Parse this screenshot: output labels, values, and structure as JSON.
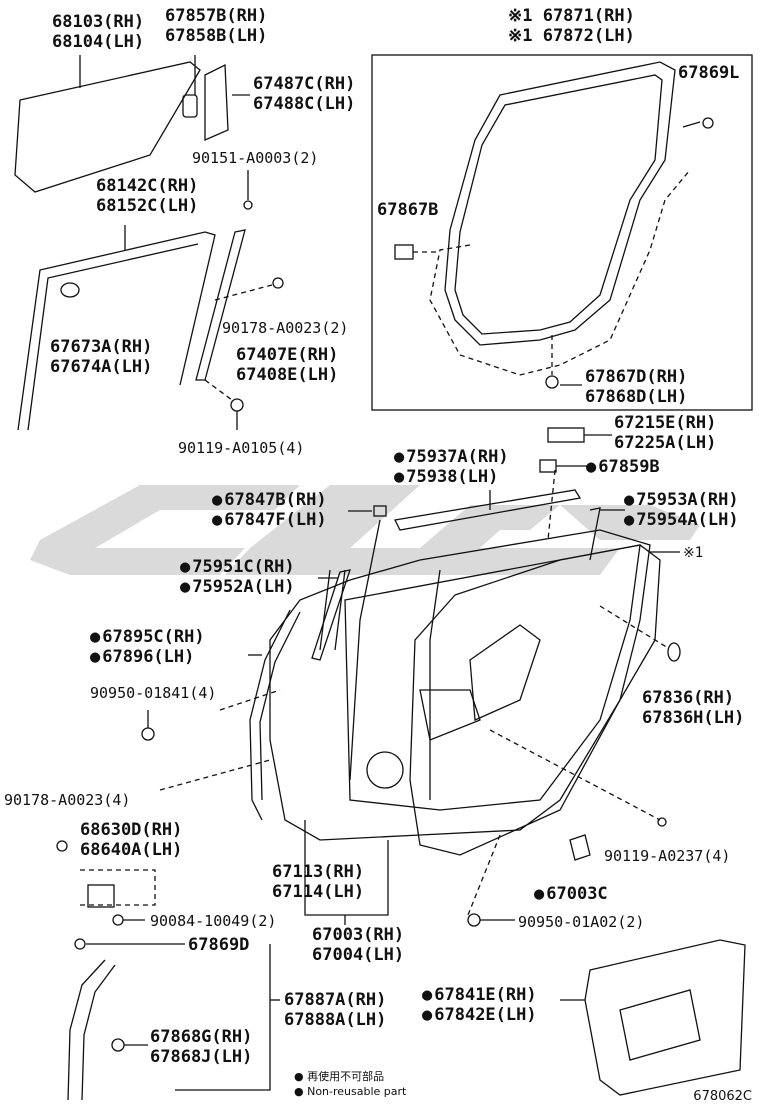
{
  "labels": {
    "p68103": "68103(RH)",
    "p68104": "68104(LH)",
    "p67857B": "67857B(RH)",
    "p67858B": "67858B(LH)",
    "p67487C": "67487C(RH)",
    "p67488C": "67488C(LH)",
    "p90151": "90151-A0003(2)",
    "p68142C": "68142C(RH)",
    "p68152C": "68152C(LH)",
    "p67673A": "67673A(RH)",
    "p67674A": "67674A(LH)",
    "p90178a": "90178-A0023(2)",
    "p67407E": "67407E(RH)",
    "p67408E": "67408E(LH)",
    "p90119a": "90119-A0105(4)",
    "p67871": "※1 67871(RH)",
    "p67872": "※1 67872(LH)",
    "p67869L": "67869L",
    "p67867B": "67867B",
    "p67867D": "67867D(RH)",
    "p67868D": "67868D(LH)",
    "p67215E": "67215E(RH)",
    "p67225A": "67225A(LH)",
    "p67859B": "67859B",
    "p75937A": "75937A(RH)",
    "p75938": "75938(LH)",
    "p67847B": "67847B(RH)",
    "p67847F": "67847F(LH)",
    "p75953A": "75953A(RH)",
    "p75954A": "75954A(LH)",
    "pRef1": "※1",
    "p75951C": "75951C(RH)",
    "p75952A": "75952A(LH)",
    "p67895C": "67895C(RH)",
    "p67896": "67896(LH)",
    "p90950a": "90950-01841(4)",
    "p67836": "67836(RH)",
    "p67836H": "67836H(LH)",
    "p90178b": "90178-A0023(4)",
    "p68630D": "68630D(RH)",
    "p68640A": "68640A(LH)",
    "p67113": "67113(RH)",
    "p67114": "67114(LH)",
    "p90119b": "90119-A0237(4)",
    "p67003C": "67003C",
    "p90084": "90084-10049(2)",
    "p90950b": "90950-01A02(2)",
    "p67003": "67003(RH)",
    "p67004": "67004(LH)",
    "p67869D": "67869D",
    "p67887A": "67887A(RH)",
    "p67888A": "67888A(LH)",
    "p67841E": "67841E(RH)",
    "p67842E": "67842E(LH)",
    "p67868G": "67868G(RH)",
    "p67868J": "67868J(LH)"
  },
  "legend": {
    "line1": "● 再使用不可部品",
    "line2": "● Non-reusable part"
  },
  "diagram_code": "678062C",
  "colors": {
    "line": "#111111",
    "watermark": "#d4d4d4"
  }
}
